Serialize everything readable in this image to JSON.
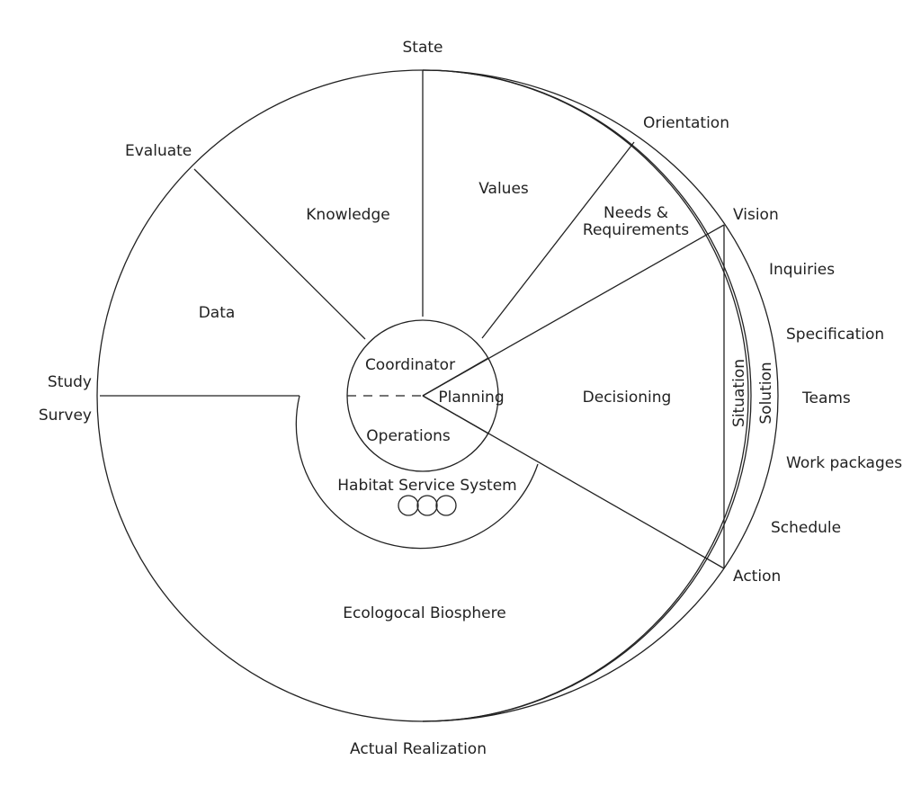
{
  "colors": {
    "line": "#222222",
    "background": "#ffffff"
  },
  "outer_labels": {
    "state": "State",
    "orientation": "Orientation",
    "evaluate": "Evaluate",
    "vision": "Vision",
    "inquiries": "Inquiries",
    "specification": "Specification",
    "study": "Study",
    "survey": "Survey",
    "teams": "Teams",
    "work_packages": "Work packages",
    "schedule": "Schedule",
    "action": "Action",
    "actual_realization": "Actual Realization"
  },
  "sectors": {
    "knowledge": "Knowledge",
    "values": "Values",
    "needs_line1": "Needs &",
    "needs_line2": "Requirements",
    "data": "Data",
    "decisioning": "Decisioning",
    "situation": "Situation",
    "solution": "Solution",
    "ecological": "Ecologocal Biosphere"
  },
  "core": {
    "coordinator": "Coordinator",
    "planning": "Planning",
    "operations": "Operations",
    "habitat": "Habitat Service System"
  }
}
